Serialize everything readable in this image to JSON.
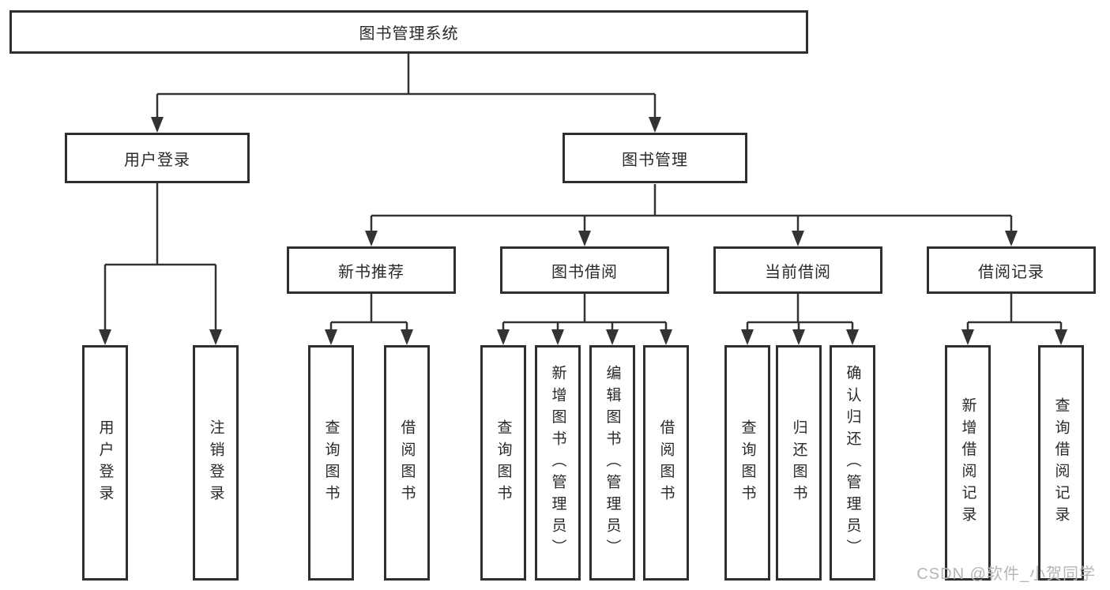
{
  "tree": {
    "label": "图书管理系统",
    "children": [
      {
        "label": "用户登录",
        "children": [
          {
            "label": "用户登录"
          },
          {
            "label": "注销登录"
          }
        ]
      },
      {
        "label": "图书管理",
        "children": [
          {
            "label": "新书推荐",
            "children": [
              {
                "label": "查询图书"
              },
              {
                "label": "借阅图书"
              }
            ]
          },
          {
            "label": "图书借阅",
            "children": [
              {
                "label": "查询图书"
              },
              {
                "label": "新增图书（管理员）"
              },
              {
                "label": "编辑图书（管理员）"
              },
              {
                "label": "借阅图书"
              }
            ]
          },
          {
            "label": "当前借阅",
            "children": [
              {
                "label": "查询图书"
              },
              {
                "label": "归还图书"
              },
              {
                "label": "确认归还（管理员）"
              }
            ]
          },
          {
            "label": "借阅记录",
            "children": [
              {
                "label": "新增借阅记录"
              },
              {
                "label": "查询借阅记录"
              }
            ]
          }
        ]
      }
    ]
  },
  "watermark": "CSDN @软件_小贺同学",
  "colors": {
    "line": "#333333",
    "box_border": "#2f2f2f",
    "watermark": "#b5b5b5"
  }
}
